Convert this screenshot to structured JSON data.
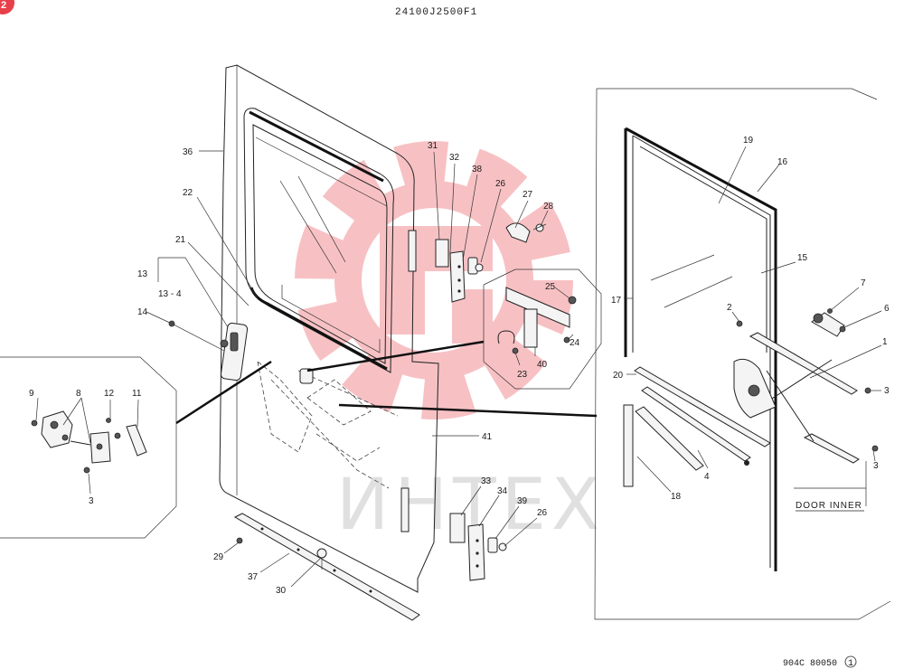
{
  "diagram": {
    "title": "24100J2500F1",
    "footer_code": "904C 80050",
    "footer_circled": "1",
    "corner_badge": "2",
    "door_inner_label": "DOOR INNER",
    "watermark": "ИНТЕХ",
    "brand_color": "#e8404a",
    "callouts": [
      {
        "id": "36",
        "text": "36"
      },
      {
        "id": "22",
        "text": "22"
      },
      {
        "id": "21",
        "text": "21"
      },
      {
        "id": "13",
        "text": "13"
      },
      {
        "id": "13-4",
        "text": "13 - 4"
      },
      {
        "id": "14",
        "text": "14"
      },
      {
        "id": "9",
        "text": "9"
      },
      {
        "id": "8",
        "text": "8"
      },
      {
        "id": "12",
        "text": "12"
      },
      {
        "id": "11",
        "text": "11"
      },
      {
        "id": "3a",
        "text": "3"
      },
      {
        "id": "31",
        "text": "31"
      },
      {
        "id": "32",
        "text": "32"
      },
      {
        "id": "38",
        "text": "38"
      },
      {
        "id": "26a",
        "text": "26"
      },
      {
        "id": "27",
        "text": "27"
      },
      {
        "id": "28",
        "text": "28"
      },
      {
        "id": "25",
        "text": "25"
      },
      {
        "id": "24",
        "text": "24"
      },
      {
        "id": "40",
        "text": "40"
      },
      {
        "id": "23",
        "text": "23"
      },
      {
        "id": "41",
        "text": "41"
      },
      {
        "id": "33",
        "text": "33"
      },
      {
        "id": "34",
        "text": "34"
      },
      {
        "id": "39",
        "text": "39"
      },
      {
        "id": "26b",
        "text": "26"
      },
      {
        "id": "29",
        "text": "29"
      },
      {
        "id": "37",
        "text": "37"
      },
      {
        "id": "30",
        "text": "30"
      },
      {
        "id": "19",
        "text": "19"
      },
      {
        "id": "16",
        "text": "16"
      },
      {
        "id": "15",
        "text": "15"
      },
      {
        "id": "17",
        "text": "17"
      },
      {
        "id": "2",
        "text": "2"
      },
      {
        "id": "7",
        "text": "7"
      },
      {
        "id": "6",
        "text": "6"
      },
      {
        "id": "1",
        "text": "1"
      },
      {
        "id": "20",
        "text": "20"
      },
      {
        "id": "3b",
        "text": "3"
      },
      {
        "id": "3c",
        "text": "3"
      },
      {
        "id": "18",
        "text": "18"
      },
      {
        "id": "4",
        "text": "4"
      }
    ]
  }
}
